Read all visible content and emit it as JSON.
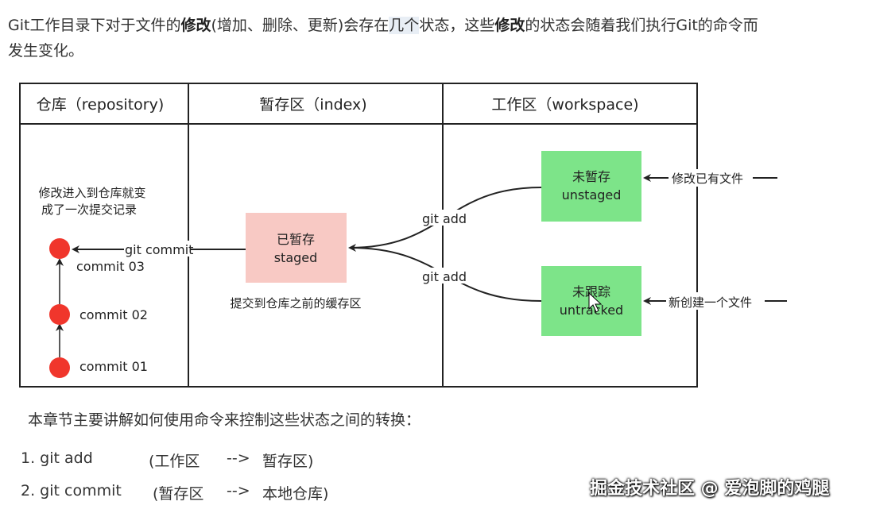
{
  "intro": {
    "part1": "Git工作目录下对于文件的",
    "bold1": "修改",
    "part2": "(增加、删除、更新)会存在",
    "highlight": "几个",
    "part3": "状态，这些",
    "bold2": "修改",
    "part4": "的状态会随着我们执行Git的命令而",
    "line2": "发生变化。"
  },
  "diagram": {
    "columns": [
      "仓库（repository)",
      "暂存区（index)",
      "工作区（workspace)"
    ],
    "repo_note": [
      "修改进入到仓库就变",
      "成了一次提交记录"
    ],
    "commits": [
      "commit  03",
      "commit  02",
      "commit  01"
    ],
    "git_commit": "git commit",
    "staged": {
      "line1": "已暂存",
      "line2": "staged"
    },
    "staged_caption": "提交到仓库之前的缓存区",
    "git_add_top": "git add",
    "git_add_bottom": "git add",
    "unstaged": {
      "line1": "未暂存",
      "line2": "unstaged"
    },
    "untracked": {
      "line1": "未跟踪",
      "line2": "untracked"
    },
    "modify_existing": "修改已有文件",
    "create_new": "新创建一个文件",
    "colors": {
      "commit": "#f0362c",
      "staged": "#f8c9c4",
      "workspace": "#7de489",
      "border": "#222222"
    }
  },
  "summary": "本章节主要讲解如何使用命令来控制这些状态之间的转换：",
  "commands": [
    {
      "num": "1. git add",
      "from": "(工作区",
      "arrow": "-->",
      "to": "暂存区)"
    },
    {
      "num": "2. git commit",
      "from": "(暂存区",
      "arrow": "-->",
      "to": "本地仓库)"
    }
  ],
  "watermark": "掘金技术社区 @ 爱泡脚的鸡腿"
}
